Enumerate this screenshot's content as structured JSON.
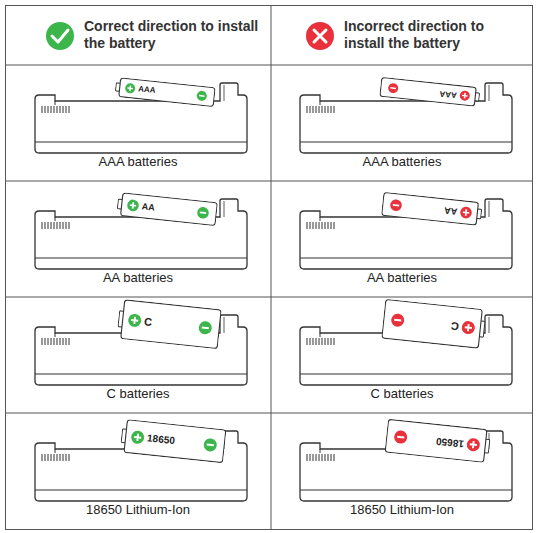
{
  "diagram": {
    "nodes": [
      {
        "text": [
          "AAA"
        ]
      },
      {
        "text": [
          "AAA"
        ]
      },
      {
        "text": [
          "AA"
        ]
      },
      {
        "text": [
          "AA"
        ]
      },
      {
        "text": [
          "C"
        ]
      },
      {
        "text": [
          "C"
        ]
      },
      {
        "text": [
          "18650"
        ]
      },
      {
        "text": [
          "18650"
        ]
      }
    ],
    "labels": [
      "Correct direction to install the battery",
      "Incorrect direction to install the battery",
      "AAA batteries",
      "AAA batteries",
      "AA batteries",
      "AA batteries",
      "C batteries",
      "C batteries",
      "18650 Lithium-Ion",
      "18650 Lithium-Ion"
    ]
  }
}
